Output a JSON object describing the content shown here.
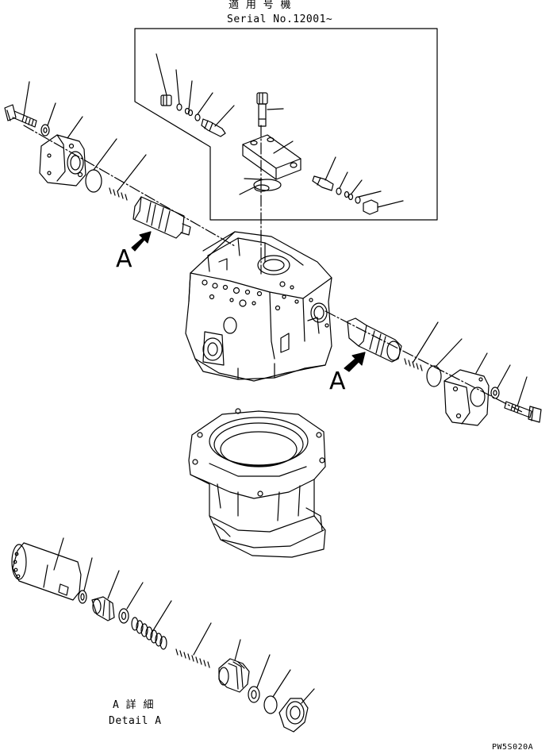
{
  "header": {
    "applicable_jp": "適 用 号 機",
    "serial": "Serial No.12001~"
  },
  "view_labels": {
    "arrow_left": "A",
    "arrow_right": "A"
  },
  "detail": {
    "title_jp": "A 詳 細",
    "title_en": "Detail A"
  },
  "footer": {
    "drawing_code": "PW5S020A"
  },
  "colors": {
    "line": "#000000",
    "background": "#ffffff"
  }
}
